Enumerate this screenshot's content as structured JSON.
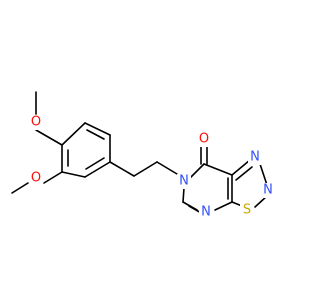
{
  "molecule": {
    "atoms": {
      "o_methoxy_top": {
        "symbol": "O",
        "color": "#ff0d0d"
      },
      "o_methoxy_bottom": {
        "symbol": "O",
        "color": "#ff0d0d"
      },
      "o_carbonyl": {
        "symbol": "O",
        "color": "#ff0d0d"
      },
      "n_ring_6": {
        "symbol": "N",
        "color": "#3050f8"
      },
      "n_pyrimidine": {
        "symbol": "N",
        "color": "#3050f8"
      },
      "n_thiadiazole_top": {
        "symbol": "N",
        "color": "#3050f8"
      },
      "n_thiadiazole_right": {
        "symbol": "N",
        "color": "#3050f8"
      },
      "s_thiadiazole": {
        "symbol": "S",
        "color": "#c8a800"
      }
    },
    "bond_color": "#000000"
  }
}
